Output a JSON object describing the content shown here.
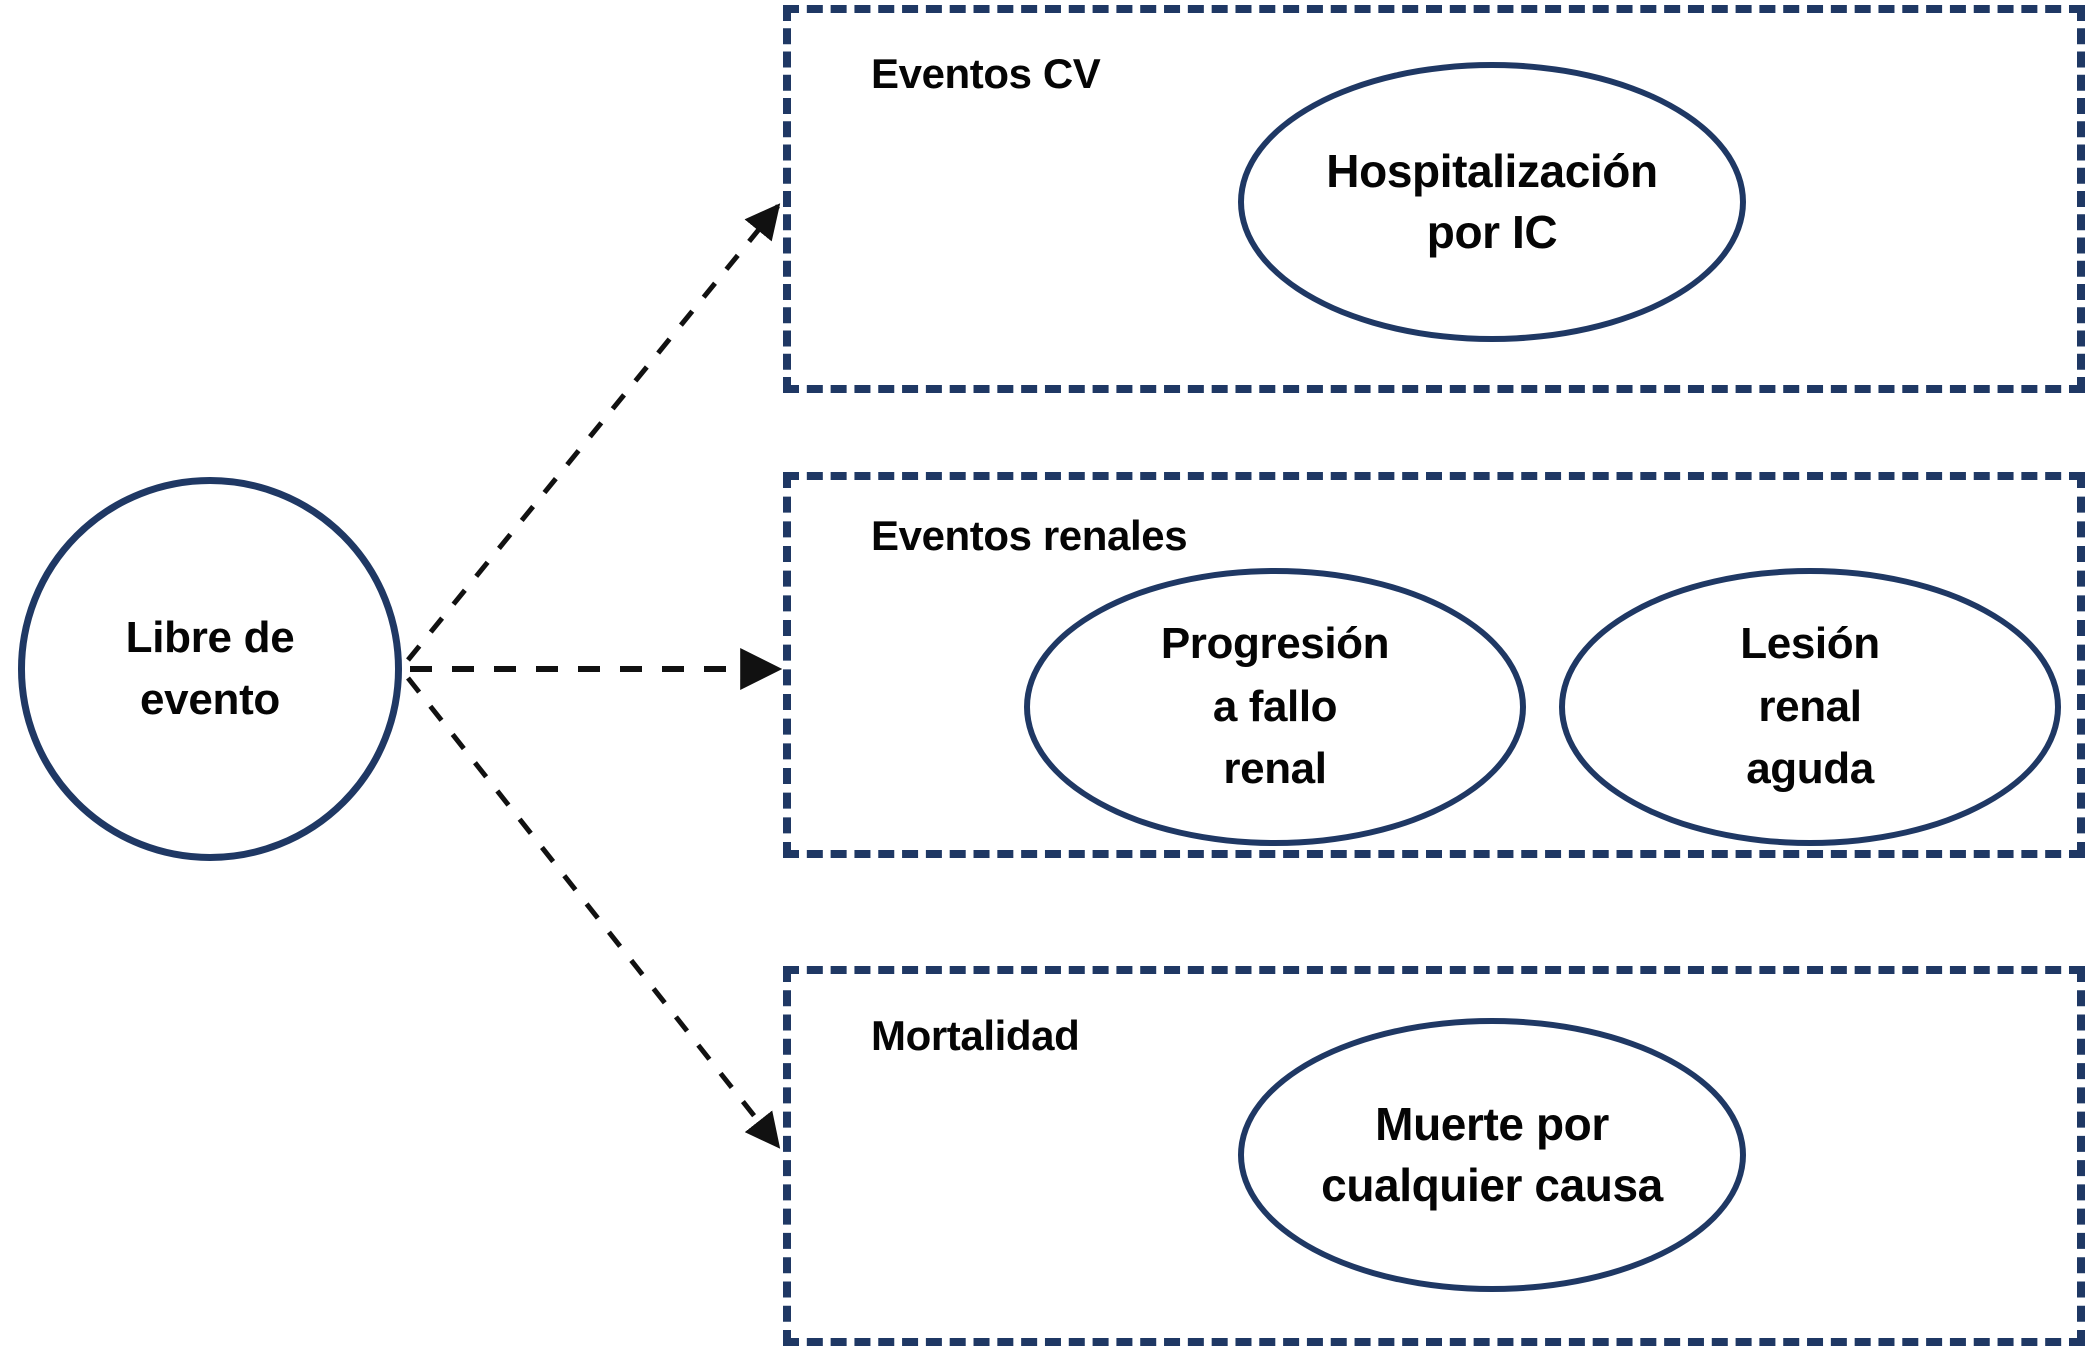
{
  "diagram": {
    "type": "flow-diagram",
    "language": "es",
    "background": "#ffffff",
    "accent_color": "#1F3864",
    "text_color": "#050505",
    "source_node": {
      "shape": "circle",
      "label": "Libre de\nevento"
    },
    "groups": [
      {
        "id": "cv",
        "title": "Eventos CV",
        "border_style": "dashed",
        "nodes": [
          {
            "id": "hosp-ic",
            "shape": "ellipse",
            "label": "Hospitalización\npor IC"
          }
        ]
      },
      {
        "id": "renal",
        "title": "Eventos renales",
        "border_style": "dashed",
        "nodes": [
          {
            "id": "prog-fallo-renal",
            "shape": "ellipse",
            "label": "Progresión\na fallo\nrenal"
          },
          {
            "id": "lesion-renal-aguda",
            "shape": "ellipse",
            "label": "Lesión\nrenal\naguda"
          }
        ]
      },
      {
        "id": "mortalidad",
        "title": "Mortalidad",
        "border_style": "dashed",
        "nodes": [
          {
            "id": "muerte-cualquier-causa",
            "shape": "ellipse",
            "label": "Muerte por\ncualquier causa"
          }
        ]
      }
    ],
    "connectors": [
      {
        "id": "arrow-to-cv",
        "from": "source_node",
        "to": "cv",
        "style": "dashed",
        "arrowhead": "filled-triangle",
        "color": "#111111"
      },
      {
        "id": "arrow-to-renal",
        "from": "source_node",
        "to": "renal",
        "style": "dashed",
        "arrowhead": "filled-triangle",
        "color": "#111111"
      },
      {
        "id": "arrow-to-mort",
        "from": "source_node",
        "to": "mortalidad",
        "style": "dashed",
        "arrowhead": "filled-triangle",
        "color": "#111111"
      }
    ]
  }
}
